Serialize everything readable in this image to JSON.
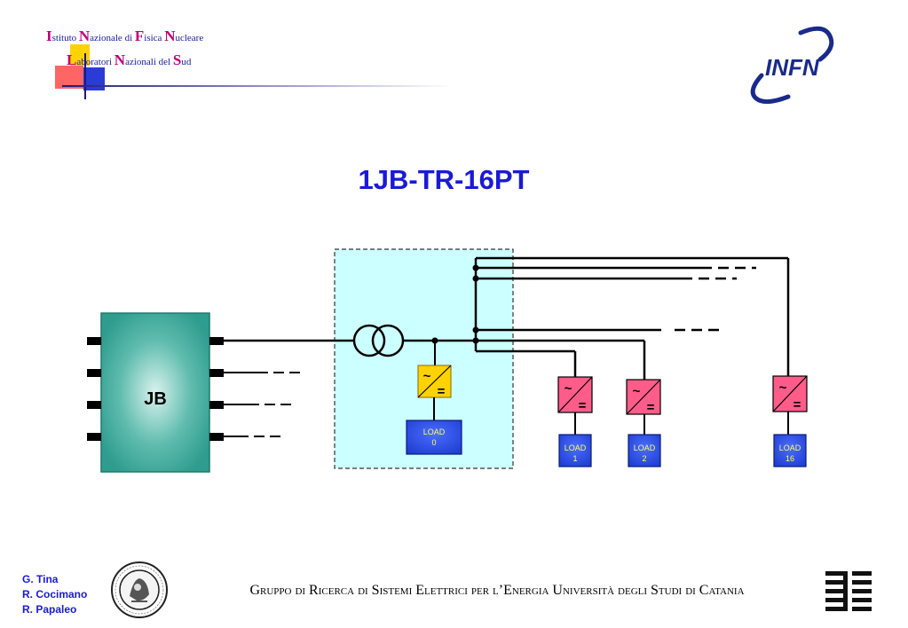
{
  "header": {
    "inst_line1": [
      {
        "cap": "I",
        "rest": "stituto "
      },
      {
        "cap": "N",
        "rest": "azionale di "
      },
      {
        "cap": "F",
        "rest": "isica "
      },
      {
        "cap": "N",
        "rest": "ucleare"
      }
    ],
    "inst_line2": [
      {
        "cap": "L",
        "rest": "aboratori "
      },
      {
        "cap": "N",
        "rest": "azionali del "
      },
      {
        "cap": "S",
        "rest": "ud"
      }
    ],
    "infn_logo_text": "INFN"
  },
  "title": "1JB-TR-16PT",
  "diagram": {
    "jb_label": "JB",
    "converter_ac_symbol": "~",
    "converter_dc_symbol": "=",
    "loads": [
      {
        "line1": "LOAD",
        "line2": "0"
      },
      {
        "line1": "LOAD",
        "line2": "1"
      },
      {
        "line1": "LOAD",
        "line2": "2"
      },
      {
        "line1": "LOAD",
        "line2": "16"
      }
    ]
  },
  "footer": {
    "authors": [
      "G. Tina",
      "R. Cocimano",
      "R. Papaleo"
    ],
    "text": "Gruppo di Ricerca di Sistemi Elettrici per l’Energia Università degli Studi di Catania"
  },
  "colors": {
    "title": "#1a1ad6",
    "jb_box": "#2e9c8e",
    "enclosure": "#ccffff",
    "converter_yellow": "#ffd200",
    "converter_pink": "#ff5c8a",
    "load_box": "#1f3fd0"
  }
}
